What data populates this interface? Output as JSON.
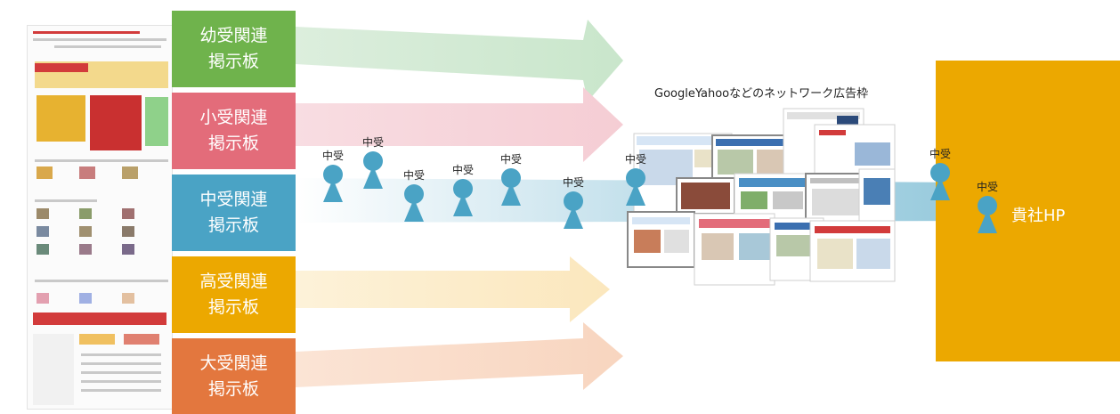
{
  "boards": [
    {
      "label": "幼受関連\n掲示板",
      "color": "#6fb34c"
    },
    {
      "label": "小受関連\n掲示板",
      "color": "#e36c7a"
    },
    {
      "label": "中受関連\n掲示板",
      "color": "#4aa3c5"
    },
    {
      "label": "高受関連\n掲示板",
      "color": "#eca800"
    },
    {
      "label": "大受関連\n掲示板",
      "color": "#e3773e"
    }
  ],
  "user_label": "中受",
  "ad_network_title": "GoogleYahooなどのネットワーク広告枠",
  "destination": "貴社HP"
}
